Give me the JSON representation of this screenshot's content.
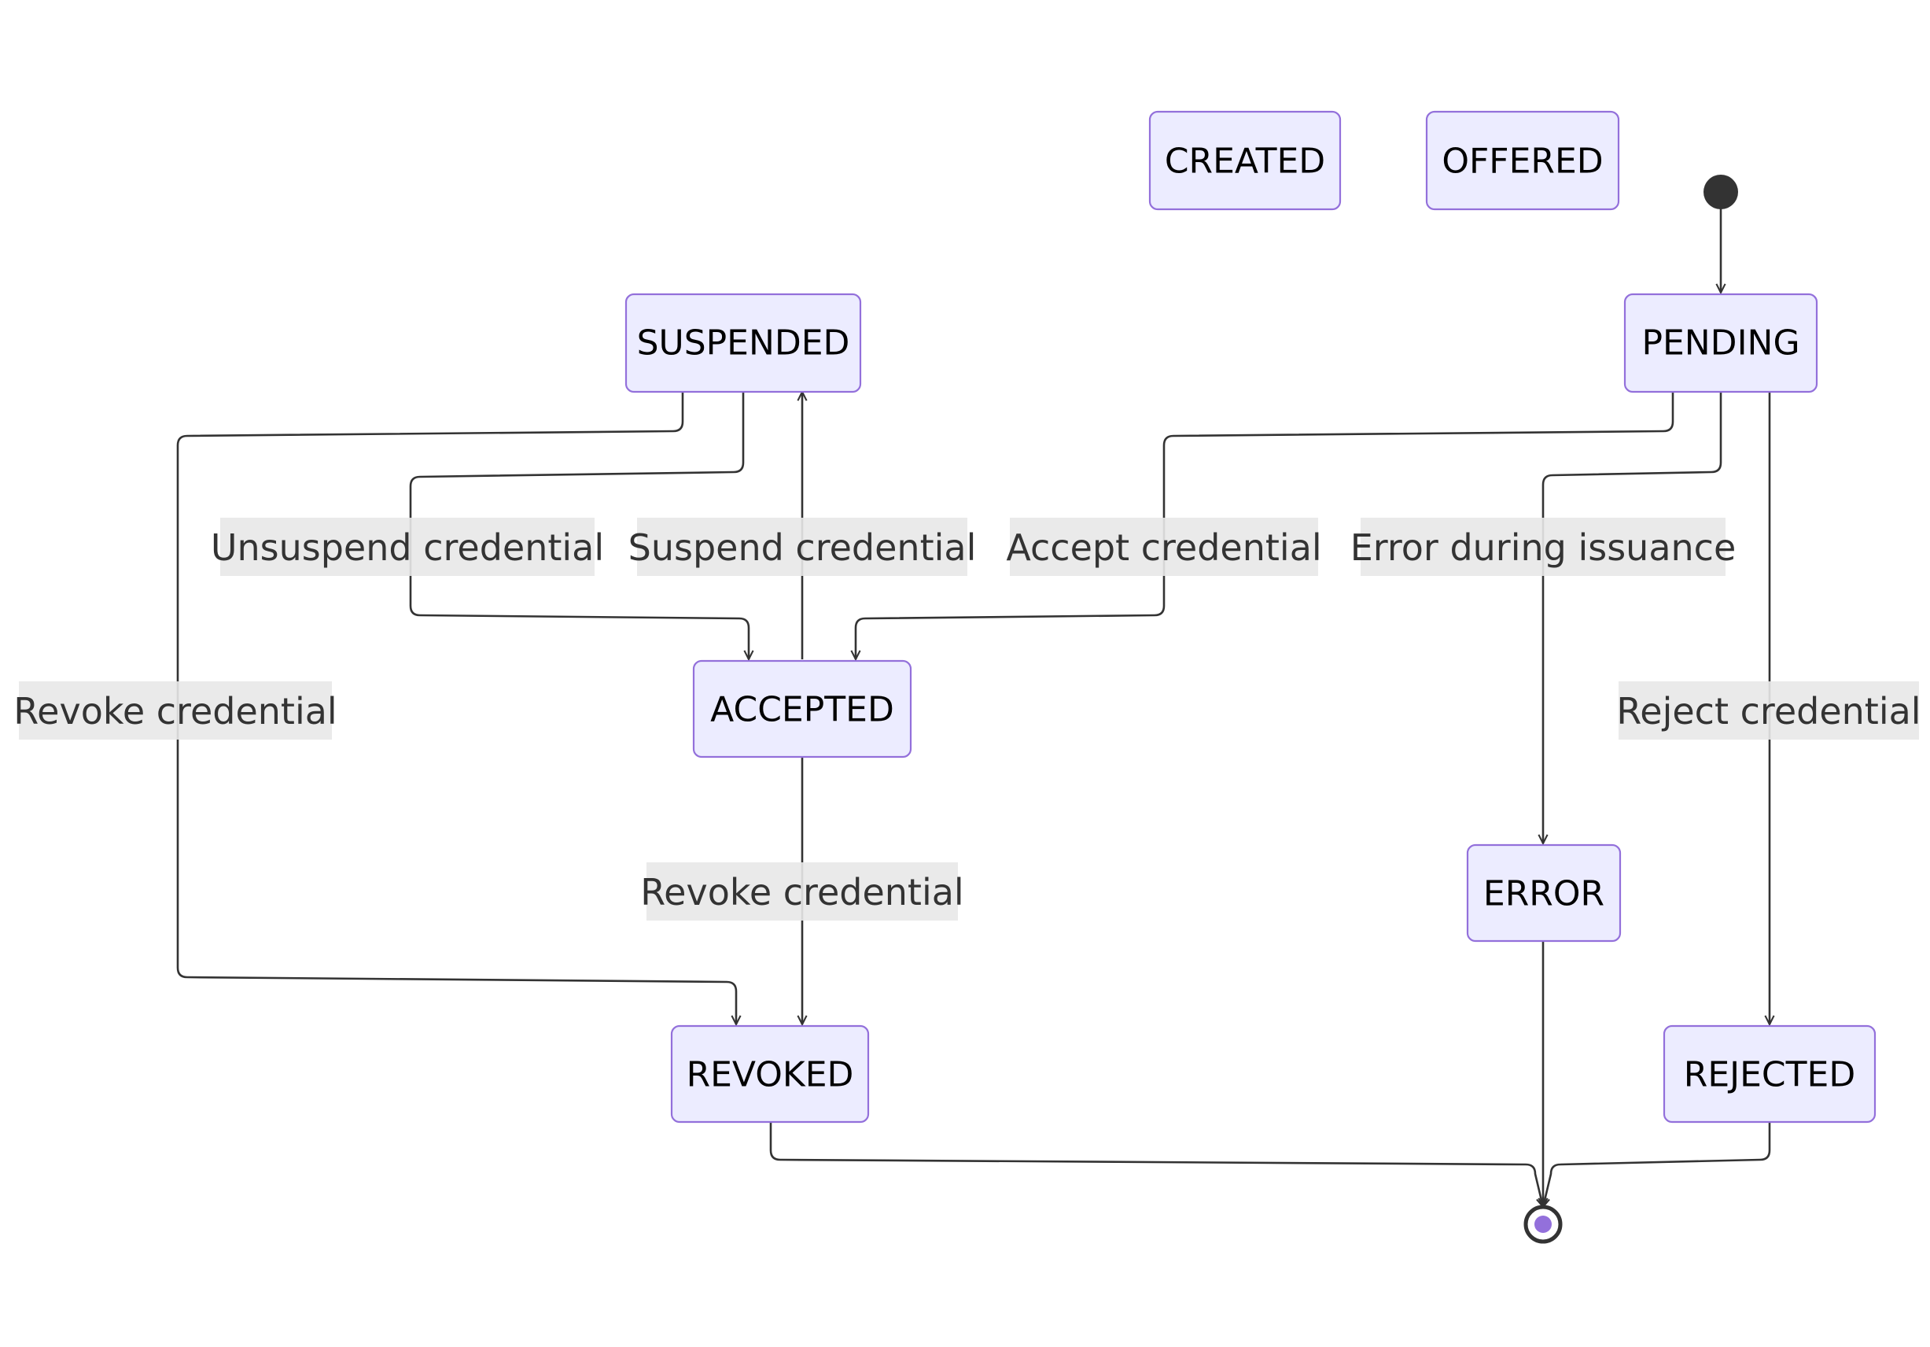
{
  "diagram": {
    "type": "state-diagram",
    "colors": {
      "node_fill": "#ececff",
      "node_stroke": "#9370db",
      "edge": "#333333",
      "label_bg": "#e8e8e8",
      "start_dot": "#333333",
      "end_inner": "#9370db"
    },
    "states": [
      {
        "id": "CREATED",
        "label": "CREATED"
      },
      {
        "id": "OFFERED",
        "label": "OFFERED"
      },
      {
        "id": "SUSPENDED",
        "label": "SUSPENDED"
      },
      {
        "id": "PENDING",
        "label": "PENDING"
      },
      {
        "id": "ACCEPTED",
        "label": "ACCEPTED"
      },
      {
        "id": "ERROR",
        "label": "ERROR"
      },
      {
        "id": "REVOKED",
        "label": "REVOKED"
      },
      {
        "id": "REJECTED",
        "label": "REJECTED"
      }
    ],
    "transitions": [
      {
        "id": "start_pending",
        "from": "[*]",
        "to": "PENDING",
        "label": ""
      },
      {
        "id": "suspended_revoked",
        "from": "SUSPENDED",
        "to": "REVOKED",
        "label": "Revoke credential"
      },
      {
        "id": "suspended_accepted",
        "from": "SUSPENDED",
        "to": "ACCEPTED",
        "label": "Unsuspend credential"
      },
      {
        "id": "accepted_suspended",
        "from": "ACCEPTED",
        "to": "SUSPENDED",
        "label": "Suspend credential"
      },
      {
        "id": "pending_accepted",
        "from": "PENDING",
        "to": "ACCEPTED",
        "label": "Accept credential"
      },
      {
        "id": "pending_error",
        "from": "PENDING",
        "to": "ERROR",
        "label": "Error during issuance"
      },
      {
        "id": "pending_rejected",
        "from": "PENDING",
        "to": "REJECTED",
        "label": "Reject credential"
      },
      {
        "id": "accepted_revoked",
        "from": "ACCEPTED",
        "to": "REVOKED",
        "label": "Revoke credential"
      },
      {
        "id": "revoked_end",
        "from": "REVOKED",
        "to": "[*]",
        "label": ""
      },
      {
        "id": "error_end",
        "from": "ERROR",
        "to": "[*]",
        "label": ""
      },
      {
        "id": "rejected_end",
        "from": "REJECTED",
        "to": "[*]",
        "label": ""
      }
    ]
  }
}
